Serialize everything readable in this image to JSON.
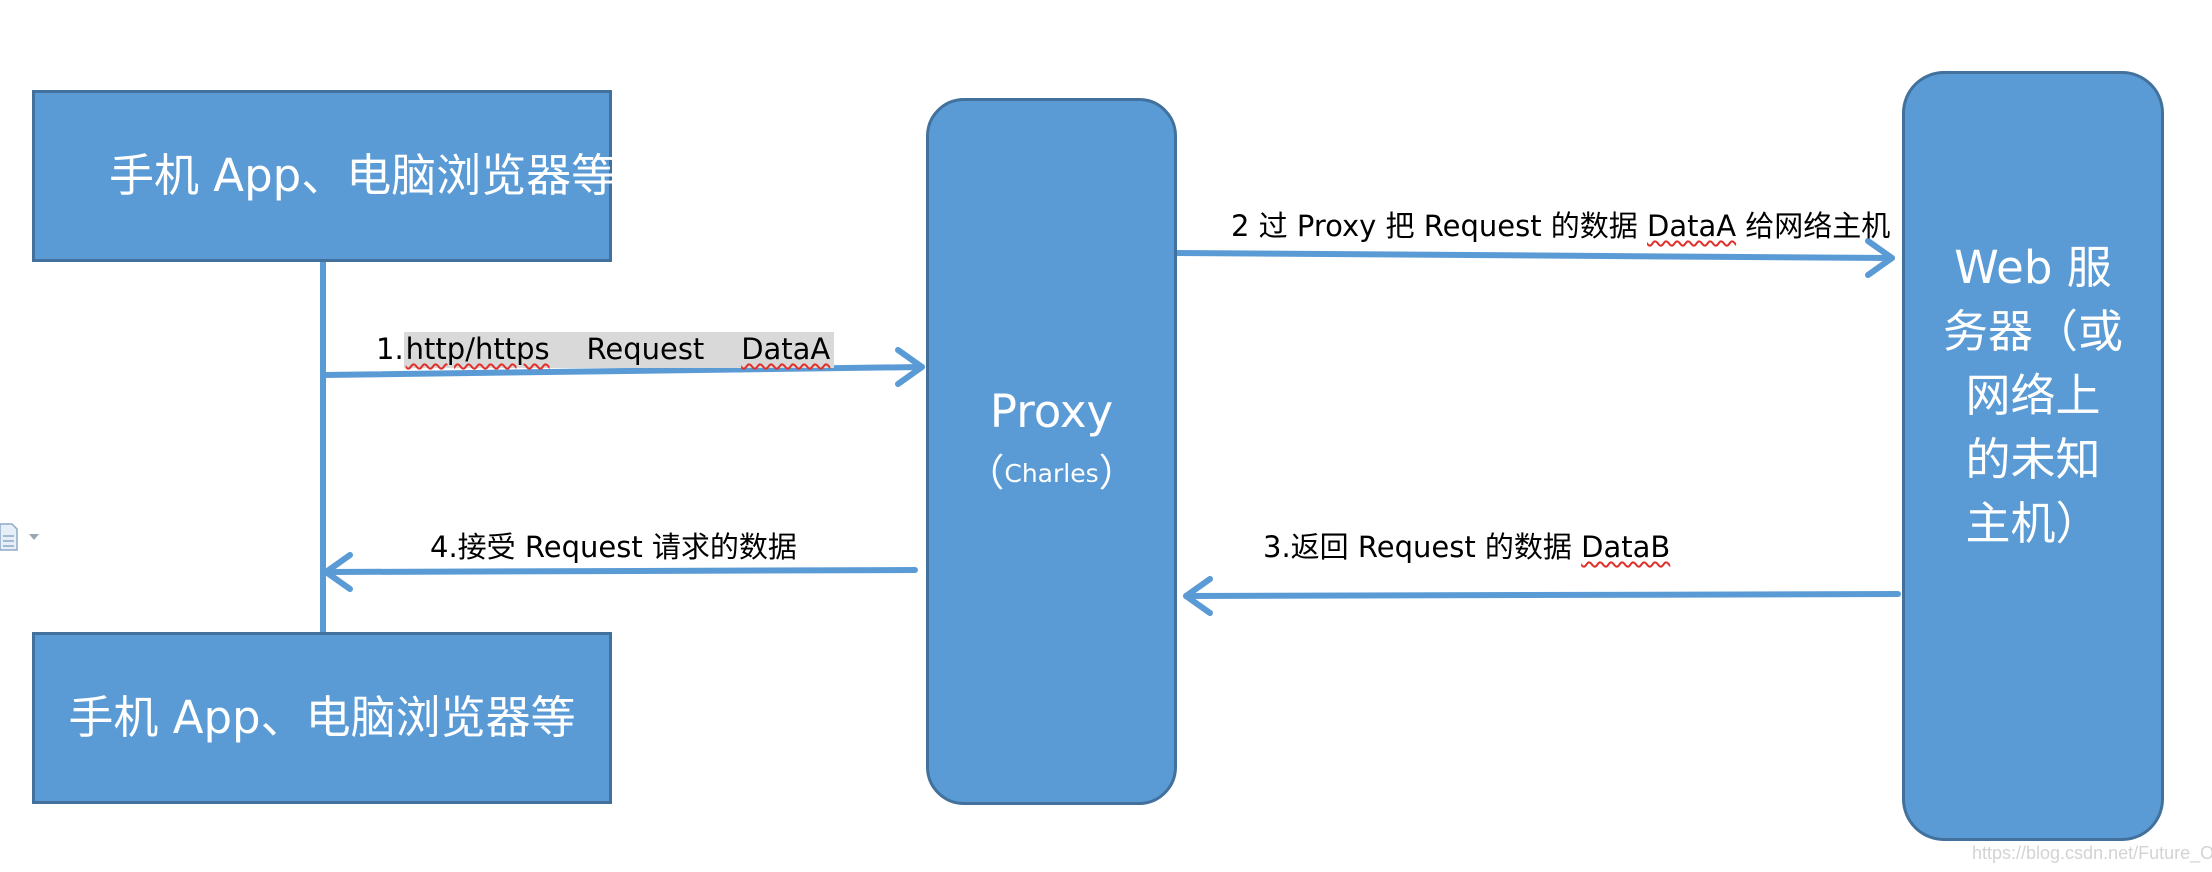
{
  "diagram": {
    "nodes": {
      "client_top": "手机 App、电脑浏览器等",
      "client_bottom": "手机 App、电脑浏览器等",
      "proxy_title": "Proxy",
      "proxy_sub_open": "（",
      "proxy_sub": "Charles",
      "proxy_sub_close": "）",
      "web_lines": [
        "Web 服",
        "务器（或",
        "网络上",
        "的未知",
        "主机）"
      ]
    },
    "edges": {
      "step1_prefix": "1.",
      "step1_proto": "http/https",
      "step1_request": "Request",
      "step1_data": "DataA",
      "step2_prefix": "2 过 Proxy 把 Request 的数据 ",
      "step2_data": "DataA",
      "step2_suffix": " 给网络主机",
      "step3_prefix": "3.返回 Request 的数据 ",
      "step3_data": "DataB",
      "step4": "4.接受 Request 请求的数据"
    },
    "watermark": "https://blog.csdn.net/Future_One",
    "colors": {
      "box_fill": "#5b9bd5",
      "box_border": "#41719c",
      "arrow": "#5b9bd5",
      "spellcheck": "#e0302c"
    },
    "icons": {
      "left_marker": "document-icon"
    }
  }
}
